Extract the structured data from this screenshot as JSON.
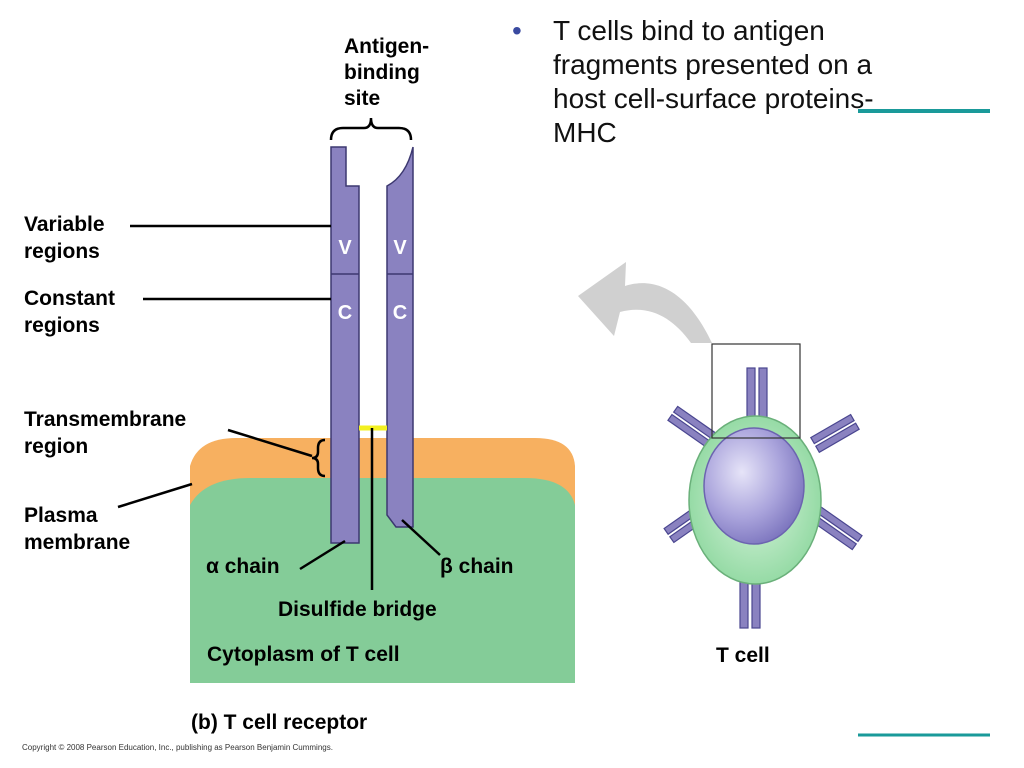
{
  "bullet": {
    "text": "T cells bind to antigen fragments presented on a host cell-surface proteins- MHC"
  },
  "labels": {
    "antigen_binding_site": [
      "Antigen-",
      "binding",
      "site"
    ],
    "variable_regions": [
      "Variable",
      "regions"
    ],
    "constant_regions": [
      "Constant",
      "regions"
    ],
    "transmembrane_region": [
      "Transmembrane",
      "region"
    ],
    "plasma_membrane": [
      "Plasma",
      "membrane"
    ],
    "alpha_chain": "α chain",
    "beta_chain": "β chain",
    "disulfide_bridge": "Disulfide bridge",
    "cytoplasm": "Cytoplasm of T cell",
    "t_cell": "T cell",
    "caption": "(b) T cell receptor",
    "v": "V",
    "c": "C"
  },
  "copyright": "Copyright © 2008 Pearson Education, Inc., publishing as Pearson Benjamin Cummings.",
  "colors": {
    "accent_line": "#1a9a9a",
    "receptor": "#8a82c0",
    "membrane": "#f7b060",
    "cytoplasm": "#84cc98",
    "disulfide": "#f3f020",
    "arrow": "#d0d0d0",
    "cell_outer": "#a8e4b0",
    "nucleus": "#a49ed8"
  }
}
